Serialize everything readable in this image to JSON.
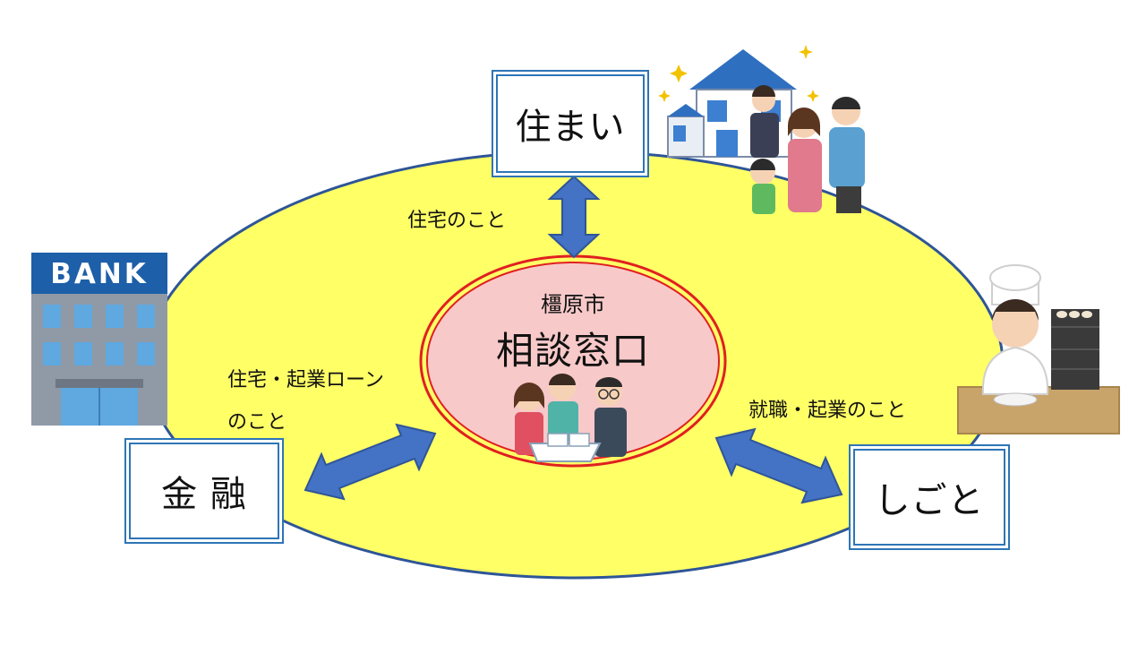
{
  "nodes": {
    "housing": "住まい",
    "finance": "金 融",
    "work": "しごと"
  },
  "center": {
    "city": "橿原市",
    "title": "相談窓口"
  },
  "edge_labels": {
    "housing": "住宅のこと",
    "finance_line1": "住宅・起業ローン",
    "finance_line2": "のこと",
    "work": "就職・起業のこと"
  },
  "sign_text": "BANK",
  "icons": [
    "house-family-icon",
    "bank-building-icon",
    "chef-icon",
    "counseling-people-icon"
  ],
  "colors": {
    "ellipse_fill": "#ffff66",
    "ellipse_stroke": "#2e5597",
    "center_fill": "#f8c9c9",
    "center_ring": "#e02020",
    "arrow_fill": "#4472c4",
    "arrow_stroke": "#2f5597",
    "box_border": "#2e75b6"
  }
}
